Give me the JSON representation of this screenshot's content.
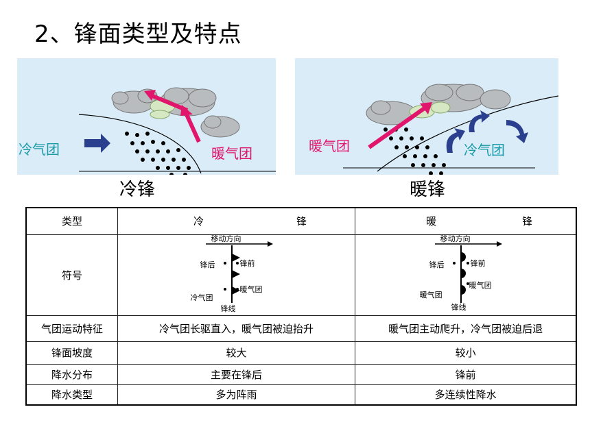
{
  "title": "2、锋面类型及特点",
  "cold_panel": {
    "left_label": "冷气团",
    "right_label": "暖气团",
    "caption": "冷锋"
  },
  "warm_panel": {
    "left_label": "暖气团",
    "right_label": "冷气团",
    "caption": "暖锋"
  },
  "table": {
    "header": {
      "col1": "类型",
      "col2_a": "冷",
      "col2_b": "锋",
      "col3_a": "暖",
      "col3_b": "锋"
    },
    "symbol_row_label": "符号",
    "cold_symbol": {
      "direction": "移动方向",
      "behind": "锋后",
      "front": "锋前",
      "warm": "暖气团",
      "cold": "冷气团",
      "line": "锋线"
    },
    "warm_symbol": {
      "direction": "移动方向",
      "behind": "锋后",
      "front": "锋前",
      "warm": "暖气团",
      "cold": "暖气团",
      "line": "锋线"
    },
    "rows": [
      {
        "label": "气团运动特征",
        "cold": "冷气团长驱直入，暖气团被迫抬升",
        "warm": "暖气团主动爬升，冷气团被迫后退"
      },
      {
        "label": "锋面坡度",
        "cold": "较大",
        "warm": "较小"
      },
      {
        "label": "降水分布",
        "cold": "主要在锋后",
        "warm": "锋前"
      },
      {
        "label": "降水类型",
        "cold": "多为阵雨",
        "warm": "多连续性降水"
      }
    ]
  },
  "colors": {
    "cold_text": "#1a9aa8",
    "warm_text": "#e0156b",
    "arrow_blue": "#2b3f8f",
    "sky": "#d9ecf7"
  }
}
